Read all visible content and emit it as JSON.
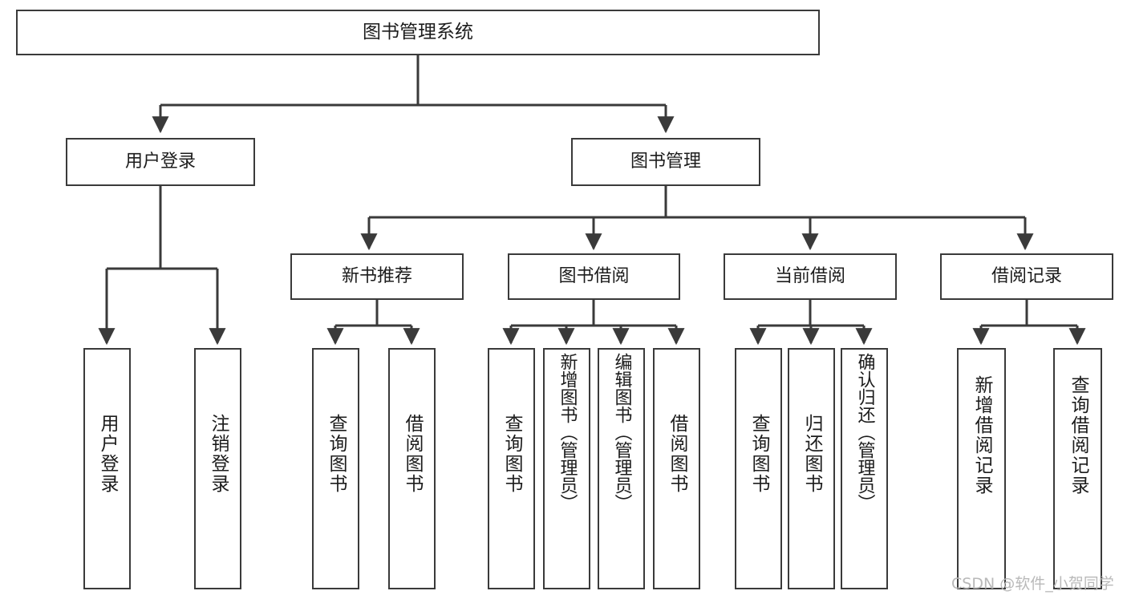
{
  "diagram": {
    "type": "tree",
    "title": "图书管理系统",
    "orientation": "top-down",
    "colors": {
      "background": "#ffffff",
      "node_border": "#3a3a3a",
      "node_fill": "#ffffff",
      "edge": "#3a3a3a",
      "text": "#1c1c1c",
      "watermark": "#b9b9b9"
    }
  },
  "watermark": "CSDN @软件_小贺同学",
  "nodes": {
    "root": {
      "label": "图书管理系统",
      "level": 0
    },
    "l1": [
      {
        "id": "user-login",
        "label": "用户登录"
      },
      {
        "id": "book-manage",
        "label": "图书管理"
      }
    ],
    "l2": [
      {
        "id": "new-book-recommend",
        "label": "新书推荐",
        "parent": "book-manage"
      },
      {
        "id": "book-borrow",
        "label": "图书借阅",
        "parent": "book-manage"
      },
      {
        "id": "current-borrow",
        "label": "当前借阅",
        "parent": "book-manage"
      },
      {
        "id": "borrow-record",
        "label": "借阅记录",
        "parent": "book-manage"
      }
    ],
    "leaves": {
      "user_login": [
        {
          "id": "leaf-user-login",
          "label": "用户登录"
        },
        {
          "id": "leaf-user-logout",
          "label": "注销登录"
        }
      ],
      "new_book_recommend": [
        {
          "id": "leaf-query-book-1",
          "label": "查询图书"
        },
        {
          "id": "leaf-borrow-book-1",
          "label": "借阅图书"
        }
      ],
      "book_borrow": [
        {
          "id": "leaf-query-book-2",
          "label": "查询图书"
        },
        {
          "id": "leaf-add-book",
          "label": "新增图书（管理员）"
        },
        {
          "id": "leaf-edit-book",
          "label": "编辑图书（管理员）"
        },
        {
          "id": "leaf-borrow-book-2",
          "label": "借阅图书"
        }
      ],
      "current_borrow": [
        {
          "id": "leaf-query-book-3",
          "label": "查询图书"
        },
        {
          "id": "leaf-return-book",
          "label": "归还图书"
        },
        {
          "id": "leaf-confirm-return",
          "label": "确认归还（管理员）"
        }
      ],
      "borrow_record": [
        {
          "id": "leaf-add-record",
          "label": "新增借阅记录"
        },
        {
          "id": "leaf-query-record",
          "label": "查询借阅记录"
        }
      ]
    }
  }
}
